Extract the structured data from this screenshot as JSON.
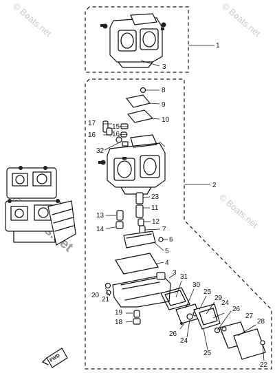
{
  "watermark": {
    "text": "© Boats.net"
  },
  "callouts": [
    {
      "id": "1",
      "text": "1"
    },
    {
      "id": "2",
      "text": "2"
    },
    {
      "id": "3a",
      "text": "3"
    },
    {
      "id": "3b",
      "text": "3"
    },
    {
      "id": "4",
      "text": "4"
    },
    {
      "id": "5",
      "text": "5"
    },
    {
      "id": "6",
      "text": "6"
    },
    {
      "id": "7",
      "text": "7"
    },
    {
      "id": "8",
      "text": "8"
    },
    {
      "id": "9",
      "text": "9"
    },
    {
      "id": "10",
      "text": "10"
    },
    {
      "id": "11",
      "text": "11"
    },
    {
      "id": "12",
      "text": "12"
    },
    {
      "id": "13",
      "text": "13"
    },
    {
      "id": "14",
      "text": "14"
    },
    {
      "id": "15",
      "text": "15"
    },
    {
      "id": "16a",
      "text": "16"
    },
    {
      "id": "16b",
      "text": "16"
    },
    {
      "id": "17",
      "text": "17"
    },
    {
      "id": "18",
      "text": "18"
    },
    {
      "id": "19",
      "text": "19"
    },
    {
      "id": "20",
      "text": "20"
    },
    {
      "id": "21",
      "text": "21"
    },
    {
      "id": "22",
      "text": "22"
    },
    {
      "id": "23",
      "text": "23"
    },
    {
      "id": "24a",
      "text": "24"
    },
    {
      "id": "24b",
      "text": "24"
    },
    {
      "id": "25a",
      "text": "25"
    },
    {
      "id": "25b",
      "text": "25"
    },
    {
      "id": "26a",
      "text": "26"
    },
    {
      "id": "26b",
      "text": "26"
    },
    {
      "id": "27",
      "text": "27"
    },
    {
      "id": "28",
      "text": "28"
    },
    {
      "id": "29",
      "text": "29"
    },
    {
      "id": "30",
      "text": "30"
    },
    {
      "id": "31",
      "text": "31"
    },
    {
      "id": "32",
      "text": "32"
    }
  ],
  "fwd_badge": {
    "text": "FWD"
  }
}
